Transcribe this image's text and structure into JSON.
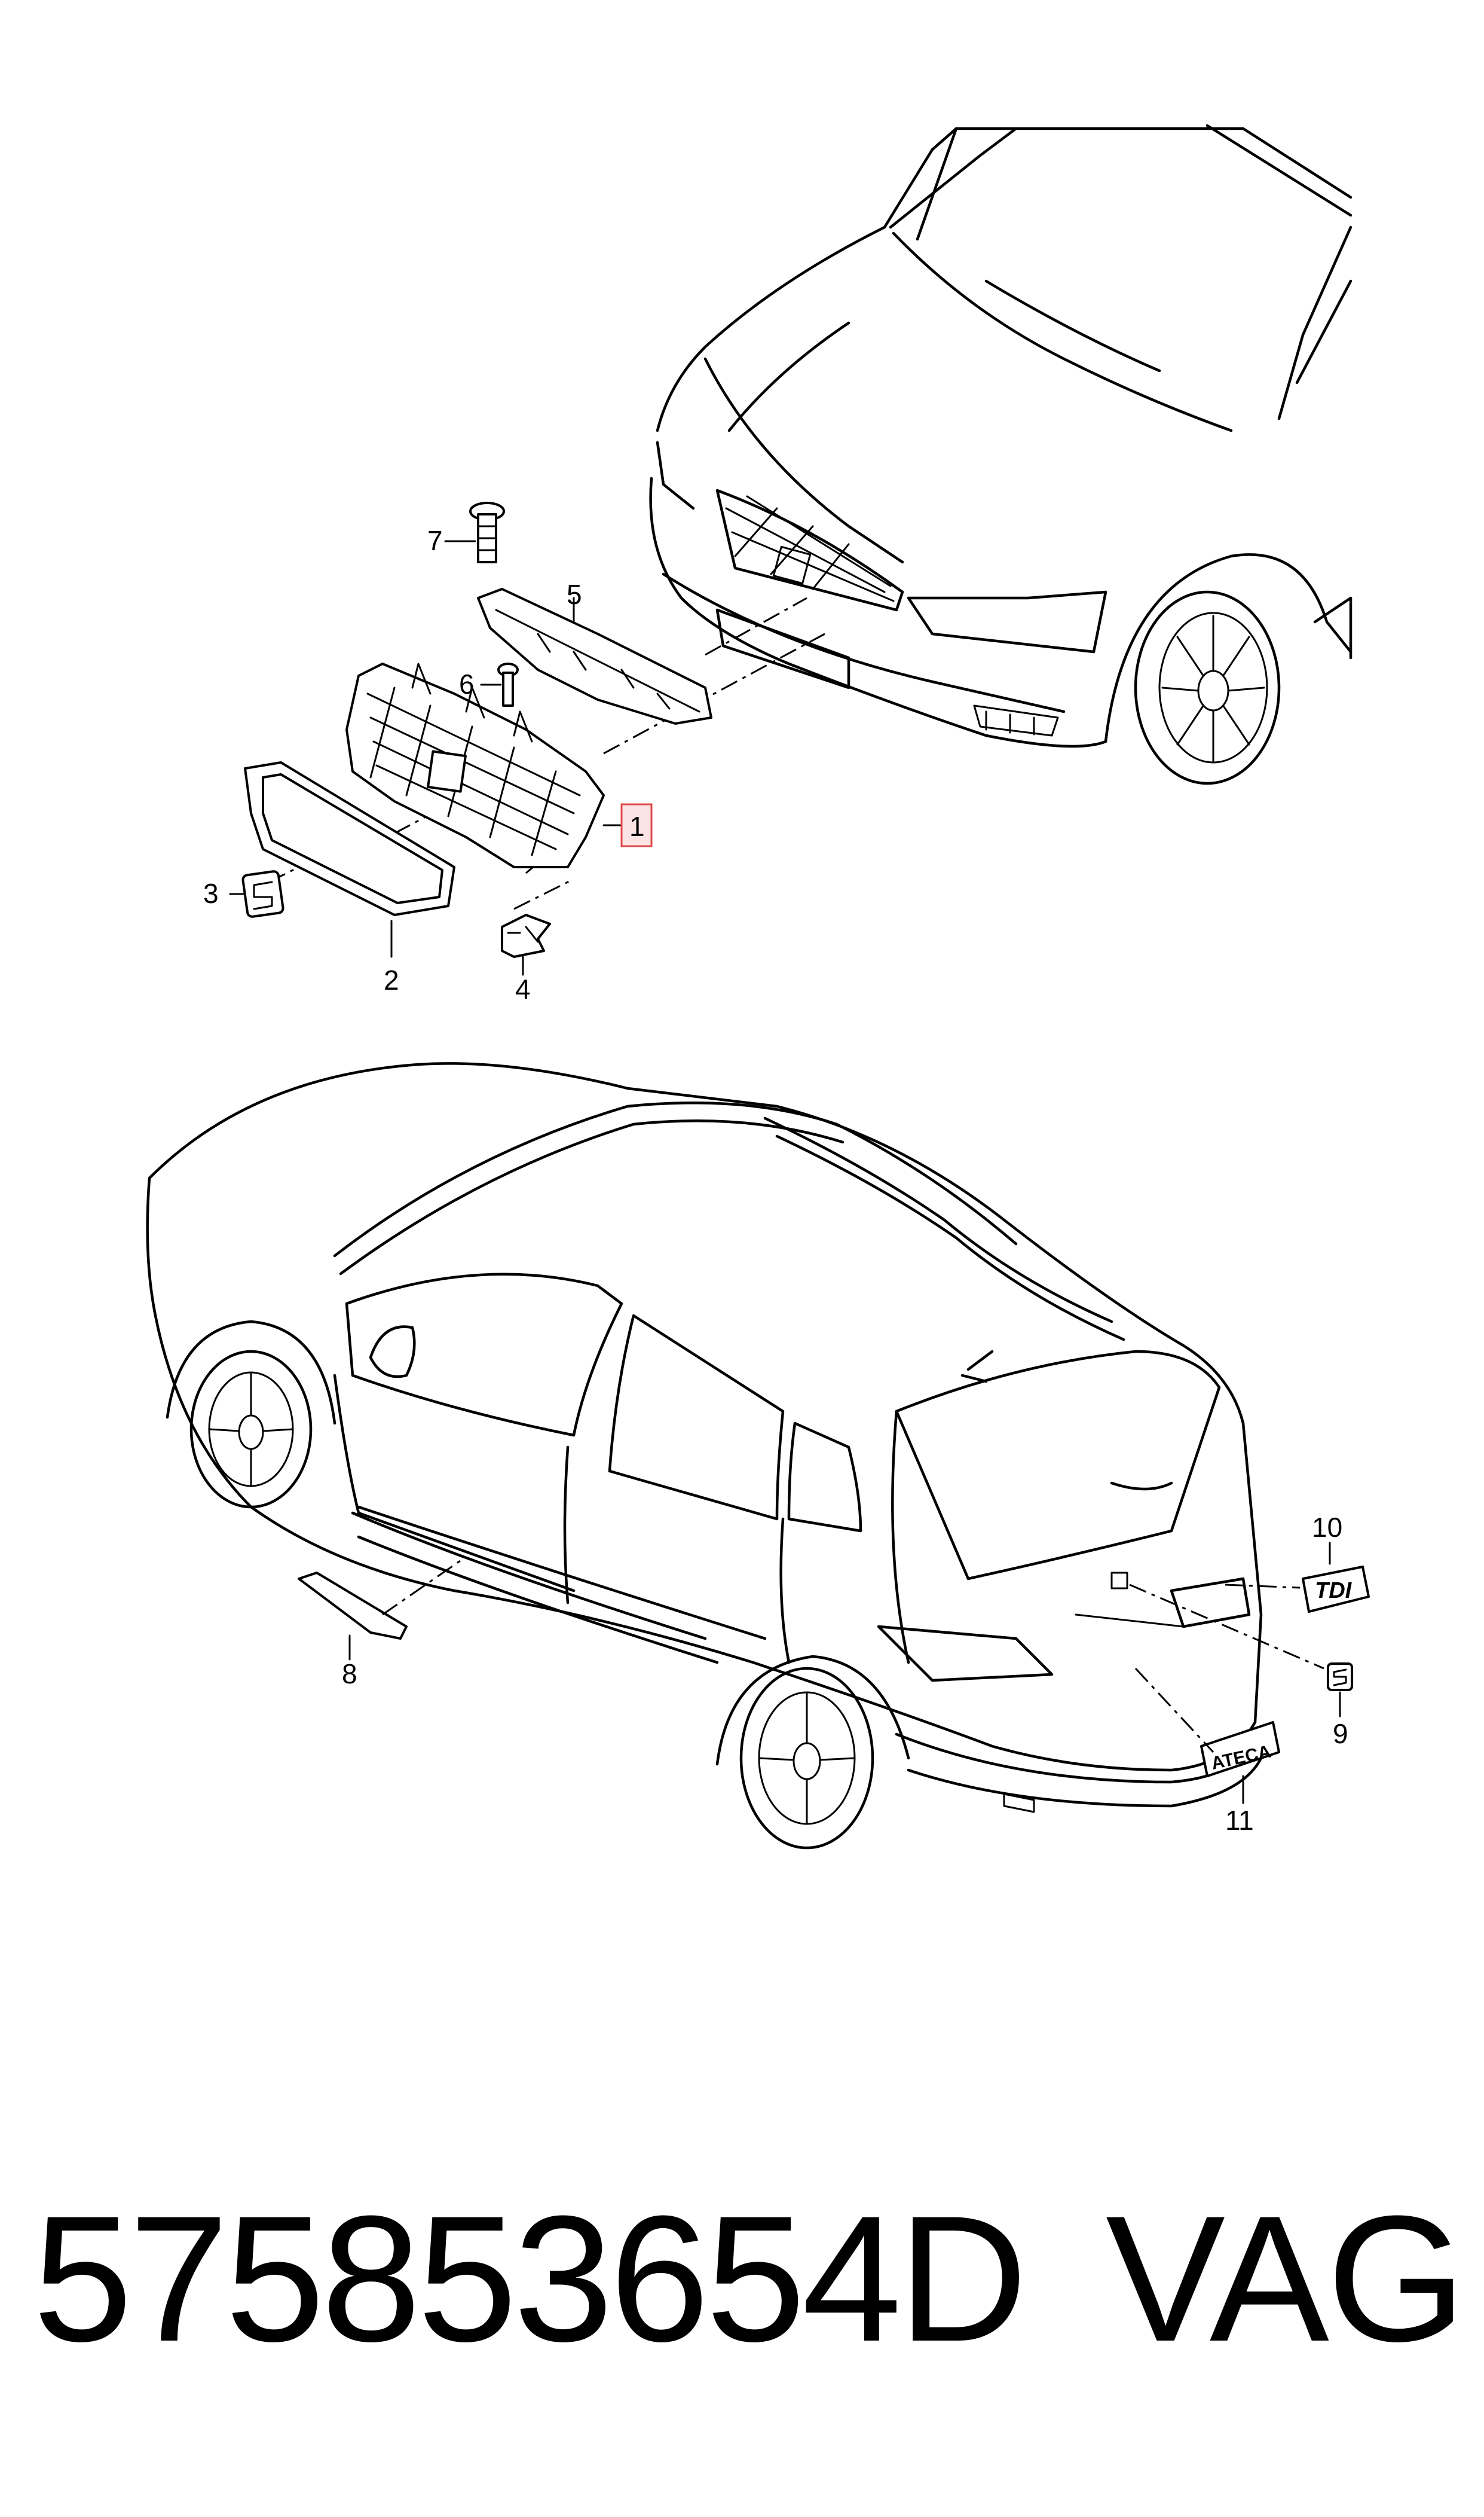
{
  "callouts": {
    "c1": "1",
    "c2": "2",
    "c3": "3",
    "c4": "4",
    "c5": "5",
    "c6": "6",
    "c7": "7",
    "c8": "8",
    "c9": "9",
    "c10": "10",
    "c11": "11"
  },
  "badges": {
    "tdi": "TDI",
    "ateca": "ATECA"
  },
  "footer": {
    "part_number": "575853654D",
    "brand": "VAG"
  },
  "colors": {
    "line": "#000000",
    "highlight_fill": "#fde4e4",
    "highlight_border": "#e04848"
  }
}
